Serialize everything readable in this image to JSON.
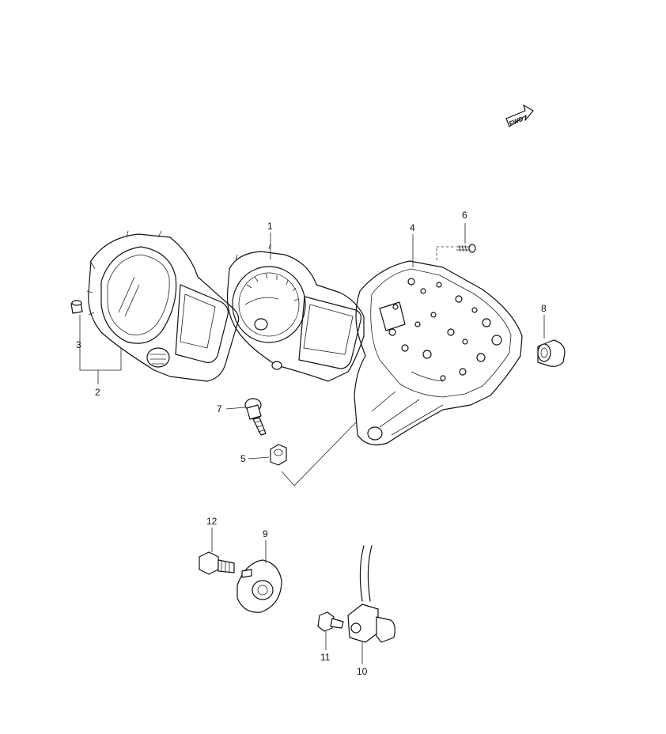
{
  "fwd_label": "FWD",
  "callouts": [
    {
      "id": "p1",
      "label": "1"
    },
    {
      "id": "p2",
      "label": "2"
    },
    {
      "id": "p3",
      "label": "3"
    },
    {
      "id": "p4",
      "label": "4"
    },
    {
      "id": "p5",
      "label": "5"
    },
    {
      "id": "p6",
      "label": "6"
    },
    {
      "id": "p7",
      "label": "7"
    },
    {
      "id": "p8",
      "label": "8"
    },
    {
      "id": "p9",
      "label": "9"
    },
    {
      "id": "p10",
      "label": "10"
    },
    {
      "id": "p11",
      "label": "11"
    },
    {
      "id": "p12",
      "label": "12"
    }
  ]
}
